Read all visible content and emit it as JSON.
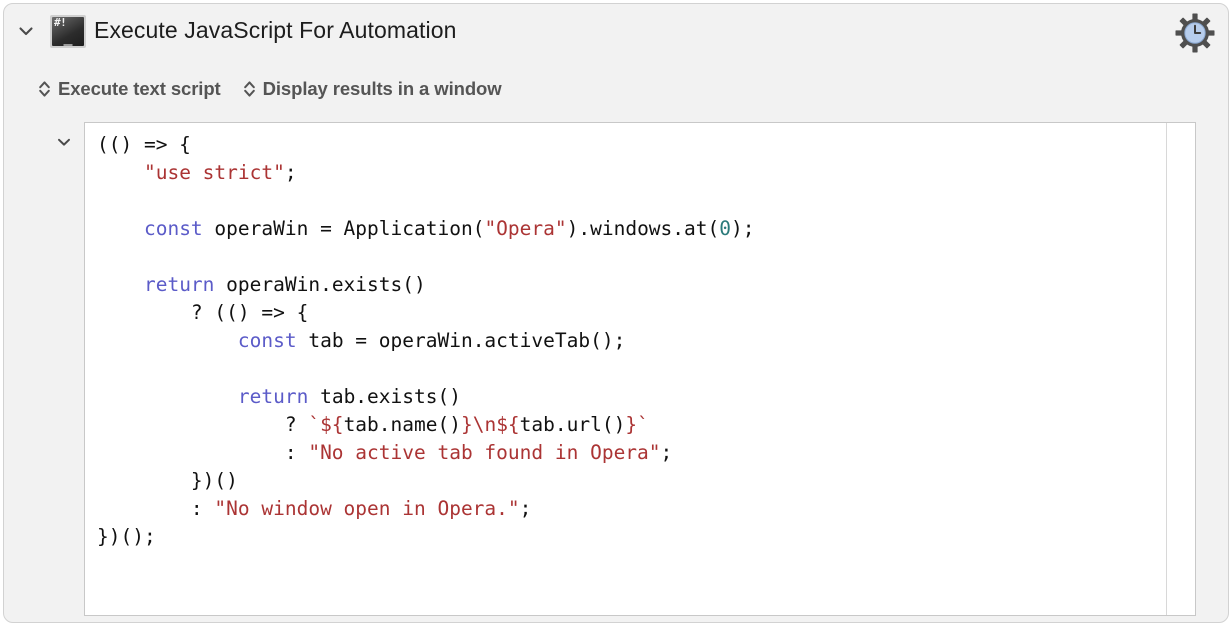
{
  "window": {
    "background_color": "#f2f2f2",
    "border_color": "#d2d2d2"
  },
  "header": {
    "disclosure_state": "expanded",
    "disclosure_icon": "chevron-down-icon",
    "icon": {
      "name": "script-terminal-icon",
      "glyph_text": "#!"
    },
    "title": "Execute JavaScript For Automation",
    "gear_icon": {
      "name": "gear-clock-icon",
      "gear_color": "#4f4f4f",
      "clock_face_color": "#b7cdec"
    }
  },
  "options": {
    "popups": [
      {
        "name": "execute-mode-popup",
        "label": "Execute text script",
        "chevron_icon": "chevron-up-down-icon"
      },
      {
        "name": "results-destination-popup",
        "label": "Display results in a window",
        "chevron_icon": "chevron-up-down-icon"
      }
    ]
  },
  "script": {
    "disclosure_icon": "chevron-down-icon",
    "disclosure_state": "expanded",
    "language": "JavaScript for Automation",
    "syntax_colors": {
      "text": "#111111",
      "keyword": "#5b5bc8",
      "string": "#ab3434",
      "number": "#2a7a7a"
    },
    "scrollbar": {
      "name": "code-vertical-scrollbar",
      "visible": true
    },
    "lines": [
      [
        {
          "t": "(() => {",
          "c": "plain"
        }
      ],
      [
        {
          "t": "    ",
          "c": "plain"
        },
        {
          "t": "\"use strict\"",
          "c": "string"
        },
        {
          "t": ";",
          "c": "plain"
        }
      ],
      [
        {
          "t": "",
          "c": "plain"
        }
      ],
      [
        {
          "t": "    ",
          "c": "plain"
        },
        {
          "t": "const",
          "c": "keyword"
        },
        {
          "t": " operaWin = Application(",
          "c": "plain"
        },
        {
          "t": "\"Opera\"",
          "c": "string"
        },
        {
          "t": ").windows.at(",
          "c": "plain"
        },
        {
          "t": "0",
          "c": "number"
        },
        {
          "t": ");",
          "c": "plain"
        }
      ],
      [
        {
          "t": "",
          "c": "plain"
        }
      ],
      [
        {
          "t": "    ",
          "c": "plain"
        },
        {
          "t": "return",
          "c": "keyword"
        },
        {
          "t": " operaWin.exists()",
          "c": "plain"
        }
      ],
      [
        {
          "t": "        ? (() => {",
          "c": "plain"
        }
      ],
      [
        {
          "t": "            ",
          "c": "plain"
        },
        {
          "t": "const",
          "c": "keyword"
        },
        {
          "t": " tab = operaWin.activeTab();",
          "c": "plain"
        }
      ],
      [
        {
          "t": "",
          "c": "plain"
        }
      ],
      [
        {
          "t": "            ",
          "c": "plain"
        },
        {
          "t": "return",
          "c": "keyword"
        },
        {
          "t": " tab.exists()",
          "c": "plain"
        }
      ],
      [
        {
          "t": "                ? ",
          "c": "plain"
        },
        {
          "t": "`${",
          "c": "string"
        },
        {
          "t": "tab.name()",
          "c": "plain"
        },
        {
          "t": "}\\n${",
          "c": "string"
        },
        {
          "t": "tab.url()",
          "c": "plain"
        },
        {
          "t": "}`",
          "c": "string"
        }
      ],
      [
        {
          "t": "                : ",
          "c": "plain"
        },
        {
          "t": "\"No active tab found in Opera\"",
          "c": "string"
        },
        {
          "t": ";",
          "c": "plain"
        }
      ],
      [
        {
          "t": "        })()",
          "c": "plain"
        }
      ],
      [
        {
          "t": "        : ",
          "c": "plain"
        },
        {
          "t": "\"No window open in Opera.\"",
          "c": "string"
        },
        {
          "t": ";",
          "c": "plain"
        }
      ],
      [
        {
          "t": "})();",
          "c": "plain"
        }
      ]
    ]
  }
}
